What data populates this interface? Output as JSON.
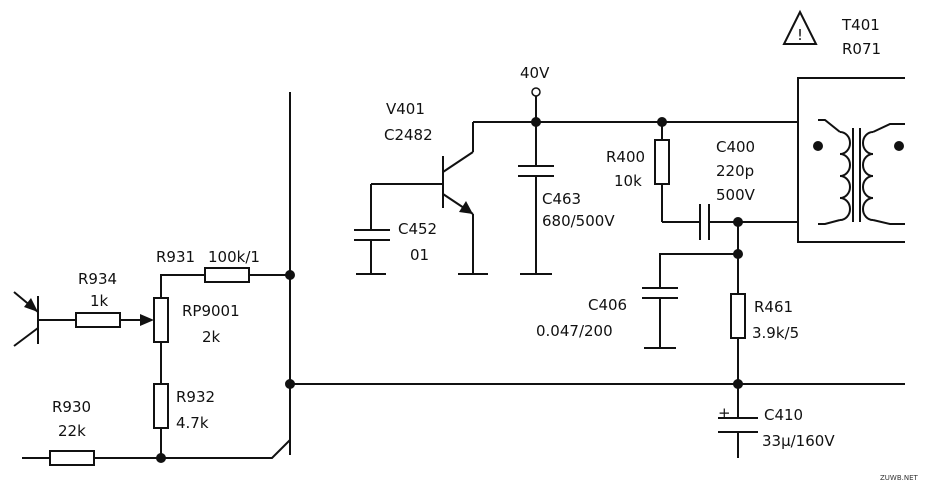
{
  "labels": {
    "t401": "T401",
    "r071": "R071",
    "v40": "40V",
    "v401": "V401",
    "c2482": "C2482",
    "r400": "R400",
    "r400_val": "10k",
    "c400": "C400",
    "c400_val1": "220p",
    "c400_val2": "500V",
    "c463": "C463",
    "c463_val": "680/500V",
    "c452": "C452",
    "c452_val": "01",
    "r931": "R931",
    "r931_val": "100k/1",
    "r934": "R934",
    "r934_val": "1k",
    "rp9001": "RP9001",
    "rp9001_val": "2k",
    "c406": "C406",
    "c406_val": "0.047/200",
    "r461": "R461",
    "r461_val": "3.9k/5",
    "r932": "R932",
    "r932_val": "4.7k",
    "r930": "R930",
    "r930_val": "22k",
    "c410": "C410",
    "c410_val": "33μ/160V",
    "warning_glyph": "!",
    "plus": "+",
    "watermark": "ZUWB.NET"
  },
  "colors": {
    "ink": "#111111",
    "background": "#ffffff"
  }
}
